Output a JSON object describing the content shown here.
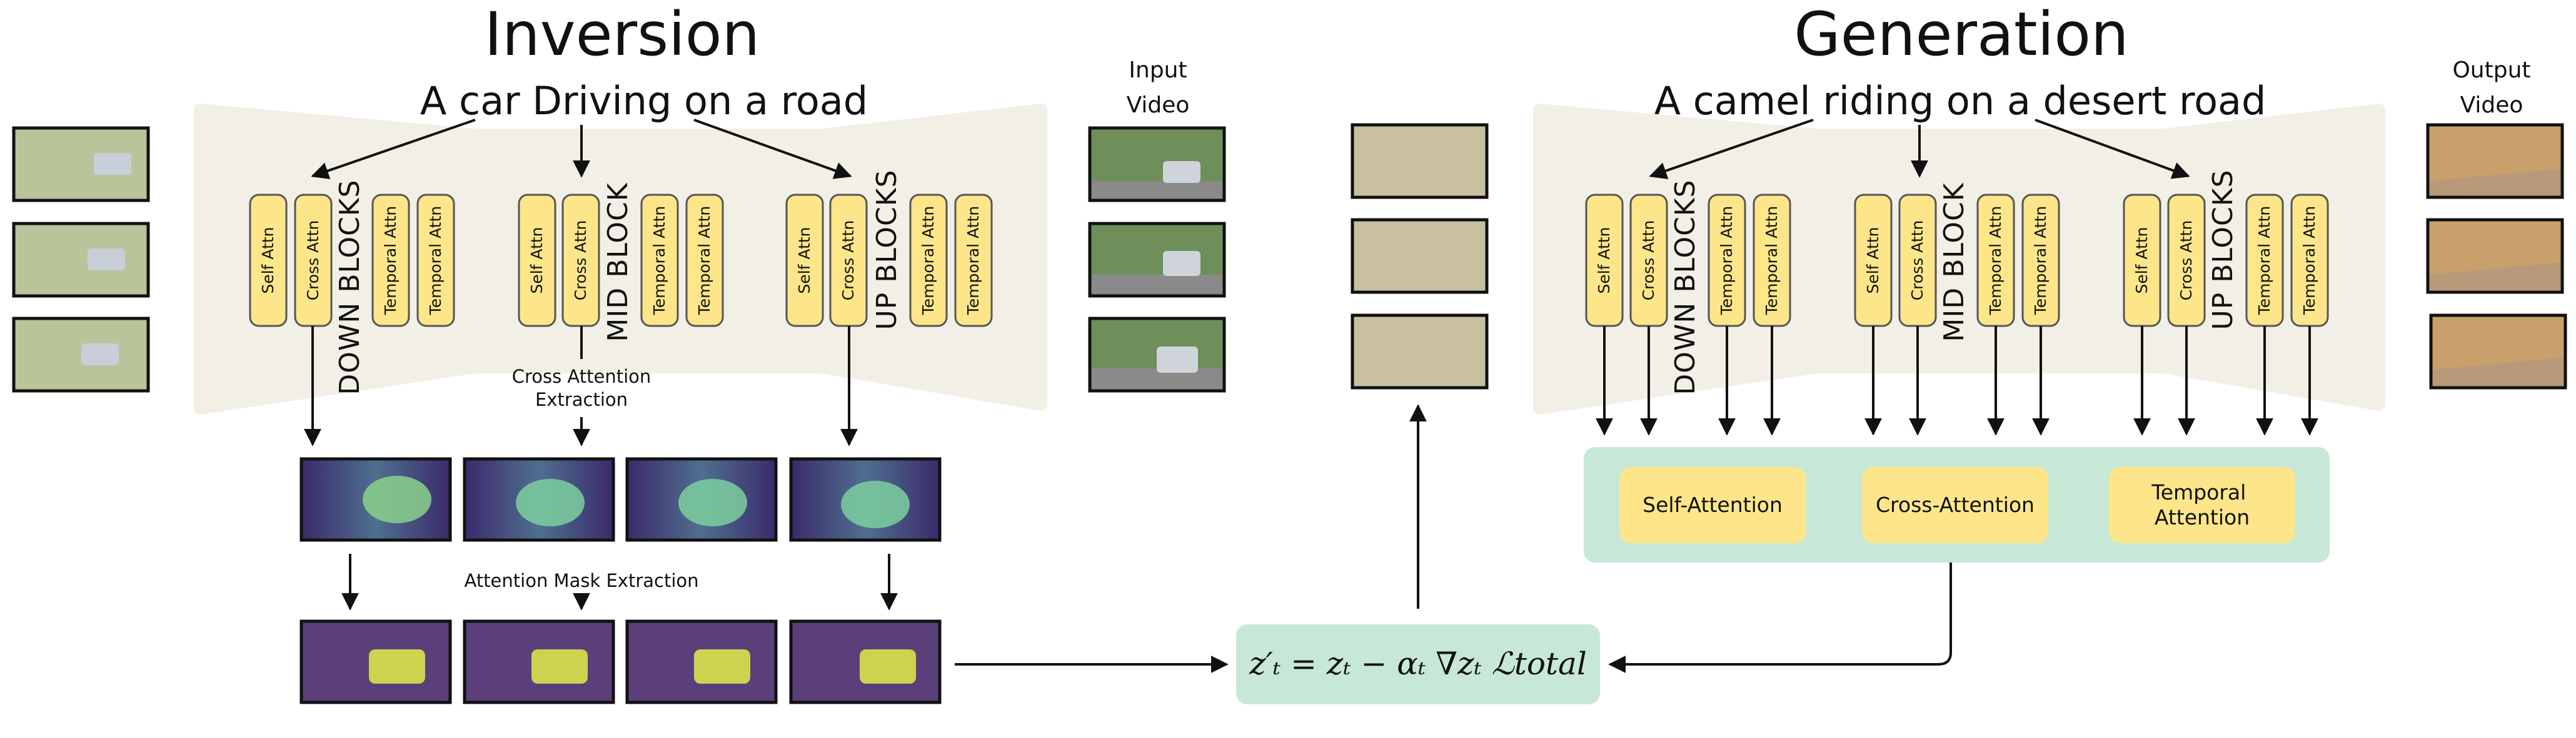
{
  "inversion": {
    "title": "Inversion",
    "prompt": "A car Driving on a road",
    "io_label_line1": "Input",
    "io_label_line2": "Video",
    "groups": [
      {
        "name": "DOWN BLOCKS",
        "blocks": [
          "Self Attn",
          "Cross Attn",
          "Temporal Attn",
          "Temporal Attn"
        ]
      },
      {
        "name": "MID BLOCK",
        "blocks": [
          "Self Attn",
          "Cross Attn",
          "Temporal Attn",
          "Temporal Attn"
        ]
      },
      {
        "name": "UP BLOCKS",
        "blocks": [
          "Self Attn",
          "Cross Attn",
          "Temporal Attn",
          "Temporal Attn"
        ]
      }
    ],
    "cross_attention_label_line1": "Cross Attention",
    "cross_attention_label_line2": "Extraction",
    "mask_label": "Attention Mask Extraction"
  },
  "generation": {
    "title": "Generation",
    "prompt": "A camel riding on a desert road",
    "io_label_line1": "Output",
    "io_label_line2": "Video",
    "groups": [
      {
        "name": "DOWN BLOCKS",
        "blocks": [
          "Self Attn",
          "Cross Attn",
          "Temporal Attn",
          "Temporal Attn"
        ]
      },
      {
        "name": "MID BLOCK",
        "blocks": [
          "Self Attn",
          "Cross Attn",
          "Temporal Attn",
          "Temporal Attn"
        ]
      },
      {
        "name": "UP BLOCKS",
        "blocks": [
          "Self Attn",
          "Cross Attn",
          "Temporal Attn",
          "Temporal Attn"
        ]
      }
    ],
    "attention_types": [
      "Self-Attention",
      "Cross-Attention",
      "Temporal Attention"
    ]
  },
  "update_formula": "z′ₜ = zₜ − αₜ ∇zₜ ℒtotal",
  "colors": {
    "unet_bg": "#f2efe6",
    "block_fill": "#fde68a",
    "block_stroke": "#555555",
    "green_panel": "#c7e8d6"
  }
}
